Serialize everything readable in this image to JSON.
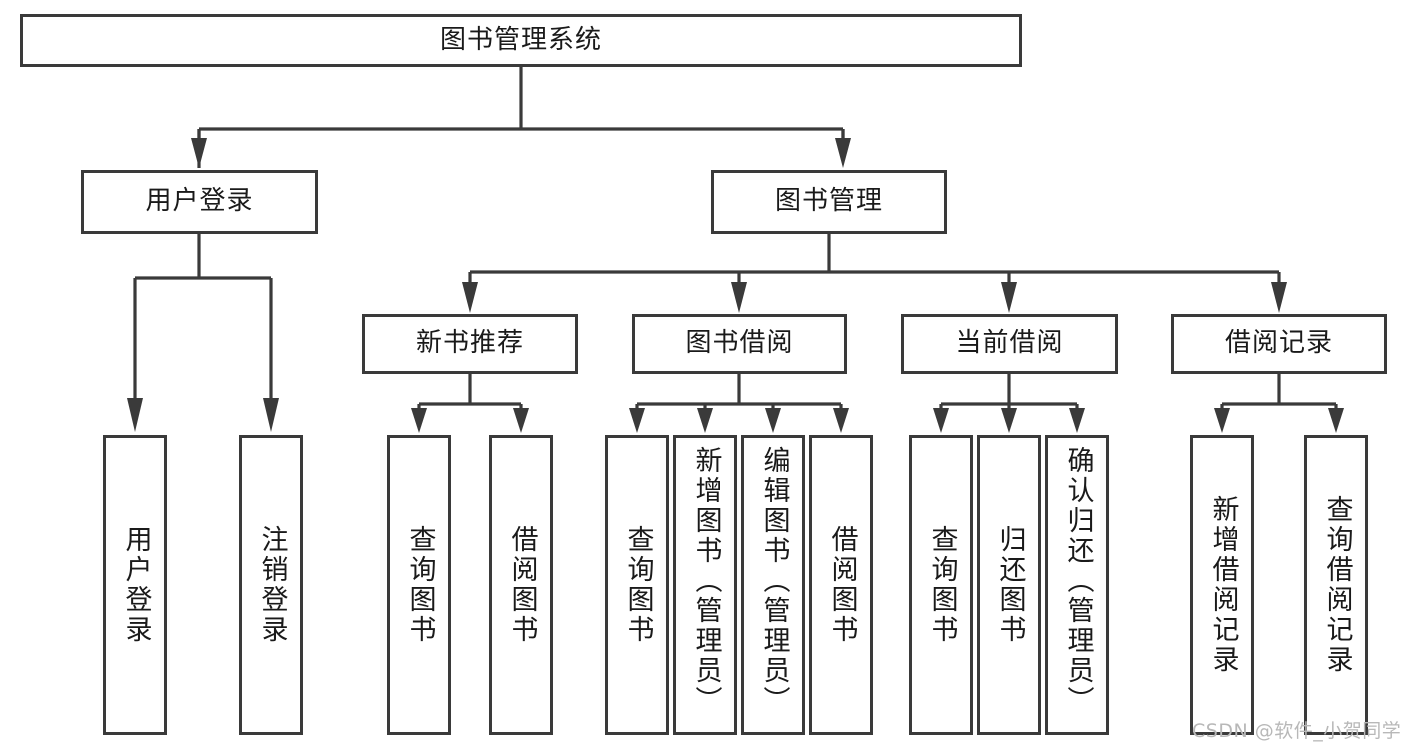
{
  "diagram": {
    "type": "hierarchy-tree",
    "title": "图书管理系统",
    "watermark": "CSDN @软件_小贺同学",
    "colors": {
      "box_border": "#3a3a3a",
      "box_fill": "#ffffff",
      "line": "#3a3a3a",
      "text": "#1a1a1a",
      "watermark": "#b8b8b8",
      "background": "#ffffff"
    },
    "root": {
      "label": "图书管理系统"
    },
    "level1": [
      {
        "label": "用户登录"
      },
      {
        "label": "图书管理"
      }
    ],
    "level2": [
      {
        "label": "新书推荐"
      },
      {
        "label": "图书借阅"
      },
      {
        "label": "当前借阅"
      },
      {
        "label": "借阅记录"
      }
    ],
    "leaves": {
      "user_login": [
        {
          "label": "用户登录"
        },
        {
          "label": "注销登录"
        }
      ],
      "new_book_recommend": [
        {
          "label": "查询图书"
        },
        {
          "label": "借阅图书"
        }
      ],
      "book_borrow": [
        {
          "label": "查询图书"
        },
        {
          "label": "新增图书（管理员）"
        },
        {
          "label": "编辑图书（管理员）"
        },
        {
          "label": "借阅图书"
        }
      ],
      "current_borrow": [
        {
          "label": "查询图书"
        },
        {
          "label": "归还图书"
        },
        {
          "label": "确认归还（管理员）"
        }
      ],
      "borrow_record": [
        {
          "label": "新增借阅记录"
        },
        {
          "label": "查询借阅记录"
        }
      ]
    }
  }
}
